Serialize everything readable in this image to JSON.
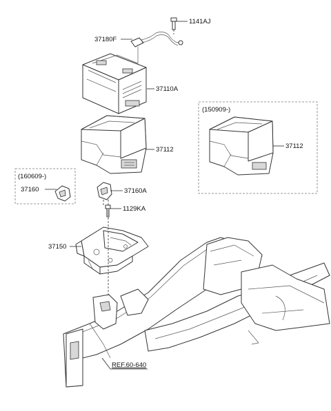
{
  "labels": {
    "bolt_top": "1141AJ",
    "cable": "37180F",
    "battery": "37110A",
    "tray_main": "37112",
    "tray_alt": "37112",
    "bracket_clip": "37160A",
    "clip_alt": "37160",
    "bolt_mid": "1129KA",
    "carrier": "37150",
    "reference": "REF.60-640"
  },
  "variant_boxes": {
    "left_date": "(160609-)",
    "right_date": "(150909-)"
  }
}
